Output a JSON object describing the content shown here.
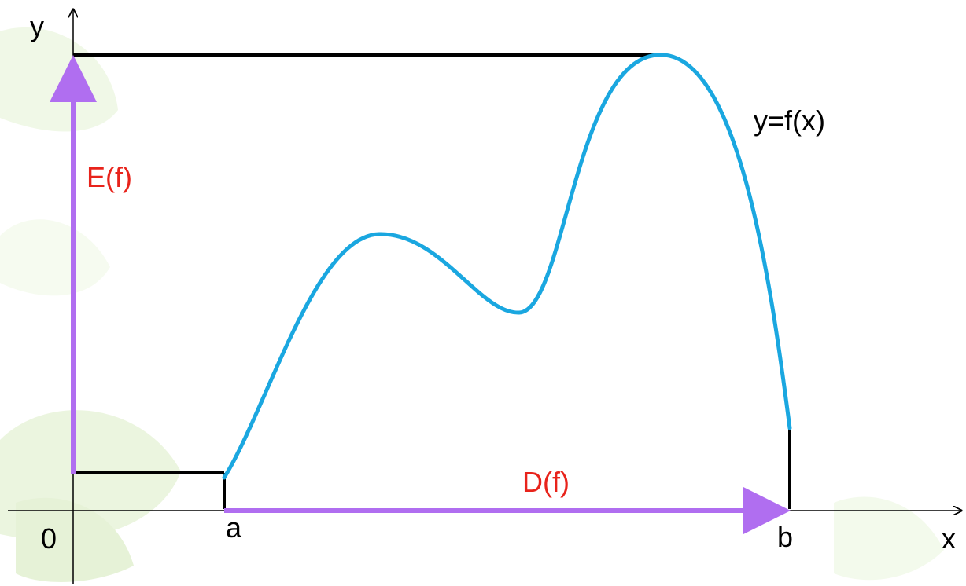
{
  "diagram": {
    "axis_labels": {
      "x": "x",
      "y": "y",
      "origin": "0"
    },
    "point_labels": {
      "a": "a",
      "b": "b"
    },
    "curve_label": "y=f(x)",
    "domain_label": "D(f)",
    "range_label": "E(f)"
  },
  "colors": {
    "curve": "#1aa7e0",
    "arrows": "#b06ef0",
    "labels_highlight": "#e8231b",
    "axes": "#000000",
    "leaf_decoration": "#dff0c8"
  }
}
